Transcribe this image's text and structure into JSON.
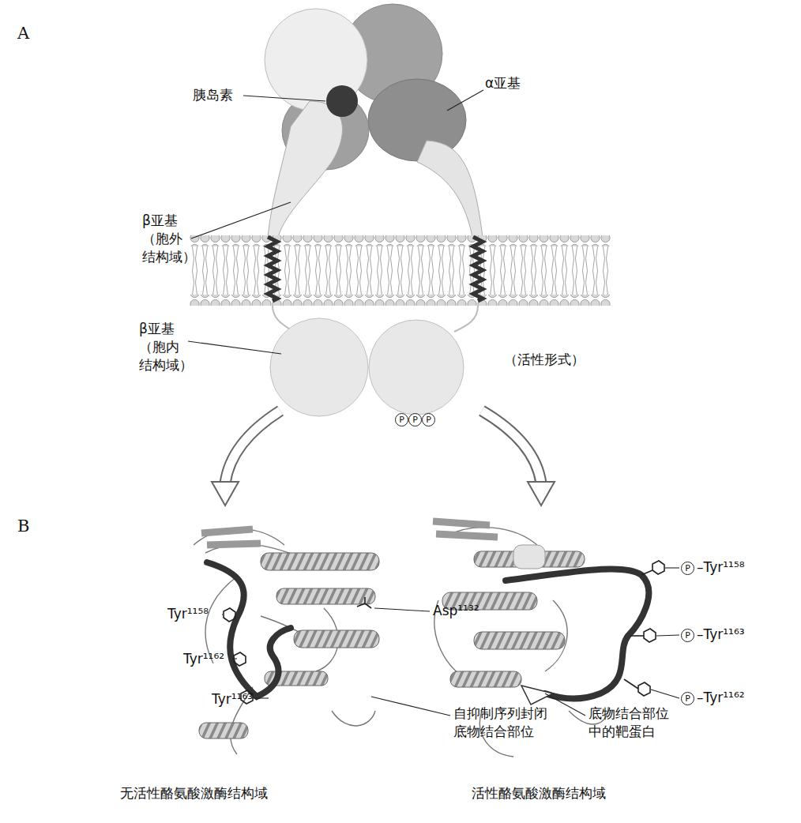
{
  "diagram": {
    "nodes": [
      {
        "text": [
          "P"
        ]
      },
      {
        "text": [
          "P"
        ]
      },
      {
        "text": [
          "P"
        ]
      },
      {
        "text": [
          "P"
        ]
      },
      {
        "text": [
          "P"
        ]
      },
      {
        "text": [
          "P"
        ]
      }
    ],
    "labels": [
      "A",
      "胰岛素",
      "α亚基",
      "β亚基（胞外 结构域）",
      "β亚基（胞内 结构域）",
      "（活性形式）",
      "B",
      "Tyr¹¹⁵⁸",
      "Tyr¹¹⁶²",
      "Tyr¹¹⁶³",
      "Asp¹¹³²",
      "自抑制序列封闭 底物结合部位",
      "–Tyr¹¹⁵⁸",
      "–Tyr¹¹⁶³",
      "–Tyr¹¹⁶²",
      "底物结合部位 中的靶蛋白",
      "无活性酪氨酸激酶结构域",
      "活性酪氨酸激酶结构域"
    ]
  }
}
